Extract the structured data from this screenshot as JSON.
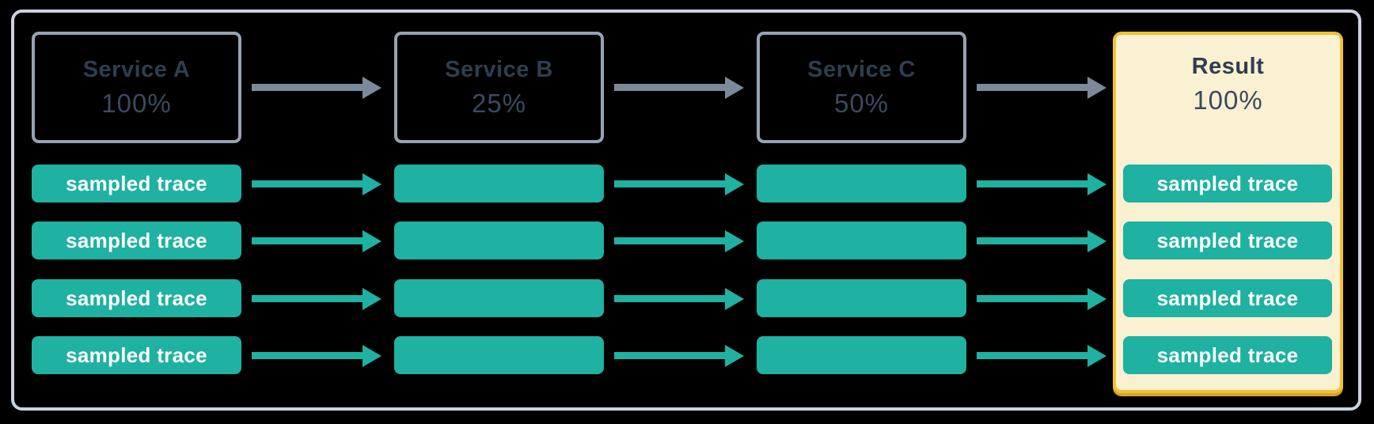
{
  "labels": {
    "sampled_trace": "sampled trace"
  },
  "services": [
    {
      "name": "Service A",
      "sample_rate": "100%"
    },
    {
      "name": "Service B",
      "sample_rate": "25%"
    },
    {
      "name": "Service C",
      "sample_rate": "50%"
    }
  ],
  "result": {
    "name": "Result",
    "sample_rate": "100%"
  },
  "rows": 4,
  "colors": {
    "background": "#000000",
    "outer_border": "#C9D3E1",
    "service_border": "#96A3B4",
    "text_dark": "#2E3E4E",
    "text_pct": "#3A4A5E",
    "teal": "#1FB1A1",
    "arrow_gray": "#7B8A9A",
    "result_fill": "#FAF0D2",
    "result_border": "#F2C133",
    "result_shadow": "#D9A42C",
    "trace_text": "#FFFFFF"
  }
}
